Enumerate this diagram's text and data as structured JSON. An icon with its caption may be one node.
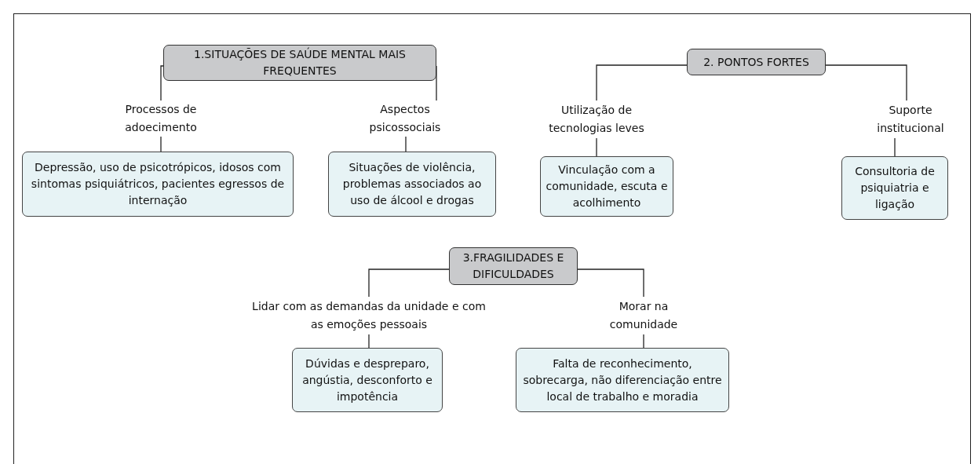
{
  "diagram": {
    "nodes": [
      {
        "text": [
          "1.SITUAÇÕES DE SAÚDE MENTAL MAIS FREQUENTES"
        ]
      },
      {
        "text": [
          "Processos de adoecimento"
        ]
      },
      {
        "text": [
          "Aspectos psicossociais"
        ]
      },
      {
        "text": [
          "Depressão, uso de psicotrópicos, idosos com sintomas psiquiátricos, pacientes egressos de internação"
        ]
      },
      {
        "text": [
          "Situações de violência, problemas associados ao uso de álcool e drogas"
        ]
      },
      {
        "text": [
          "2. PONTOS FORTES"
        ]
      },
      {
        "text": [
          "Utilização de tecnologias leves"
        ]
      },
      {
        "text": [
          "Suporte institucional"
        ]
      },
      {
        "text": [
          "Vinculação com a comunidade, escuta e acolhimento"
        ]
      },
      {
        "text": [
          "Consultoria de psiquiatria e ligação"
        ]
      },
      {
        "text": [
          "3.FRAGILIDADES E DIFICULDADES"
        ]
      },
      {
        "text": [
          "Lidar com as demandas da unidade e com as emoções pessoais"
        ]
      },
      {
        "text": [
          "Morar na comunidade"
        ]
      },
      {
        "text": [
          "Dúvidas e despreparo, angústia, desconforto e impotência"
        ]
      },
      {
        "text": [
          "Falta de reconhecimento, sobrecarga, não diferenciação entre local de trabalho e moradia"
        ]
      }
    ],
    "edges": [
      {
        "from": 0,
        "to": 1,
        "arrow": "none"
      },
      {
        "from": 0,
        "to": 2,
        "arrow": "none"
      },
      {
        "from": 1,
        "to": 3,
        "arrow": "none"
      },
      {
        "from": 2,
        "to": 4,
        "arrow": "none"
      },
      {
        "from": 5,
        "to": 6,
        "arrow": "none"
      },
      {
        "from": 5,
        "to": 7,
        "arrow": "none"
      },
      {
        "from": 6,
        "to": 8,
        "arrow": "none"
      },
      {
        "from": 7,
        "to": 9,
        "arrow": "none"
      },
      {
        "from": 10,
        "to": 11,
        "arrow": "none"
      },
      {
        "from": 10,
        "to": 12,
        "arrow": "none"
      },
      {
        "from": 11,
        "to": 13,
        "arrow": "none"
      },
      {
        "from": 12,
        "to": 14,
        "arrow": "none"
      }
    ]
  }
}
